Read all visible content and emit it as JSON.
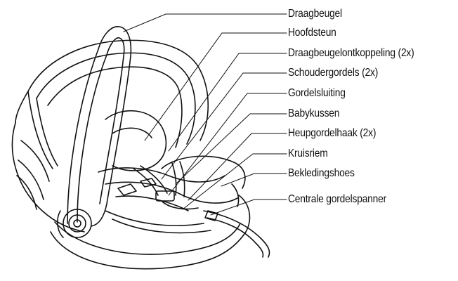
{
  "diagram": {
    "labels": [
      {
        "id": "draagbeugel",
        "text": "Draagbeugel"
      },
      {
        "id": "hoofdsteun",
        "text": "Hoofdsteun"
      },
      {
        "id": "draagbeugelontkoppeling",
        "text": "Draagbeugelontkoppeling (2x)"
      },
      {
        "id": "schoudergordels",
        "text": "Schoudergordels (2x)"
      },
      {
        "id": "gordelsluiting",
        "text": "Gordelsluiting"
      },
      {
        "id": "babykussen",
        "text": "Babykussen"
      },
      {
        "id": "heupgordelhaak",
        "text": "Heupgordelhaak (2x)"
      },
      {
        "id": "kruisriem",
        "text": "Kruisriem"
      },
      {
        "id": "bekledingshoes",
        "text": "Bekledingshoes"
      },
      {
        "id": "centrale-gordelspanner",
        "text": "Centrale gordelspanner"
      }
    ]
  }
}
